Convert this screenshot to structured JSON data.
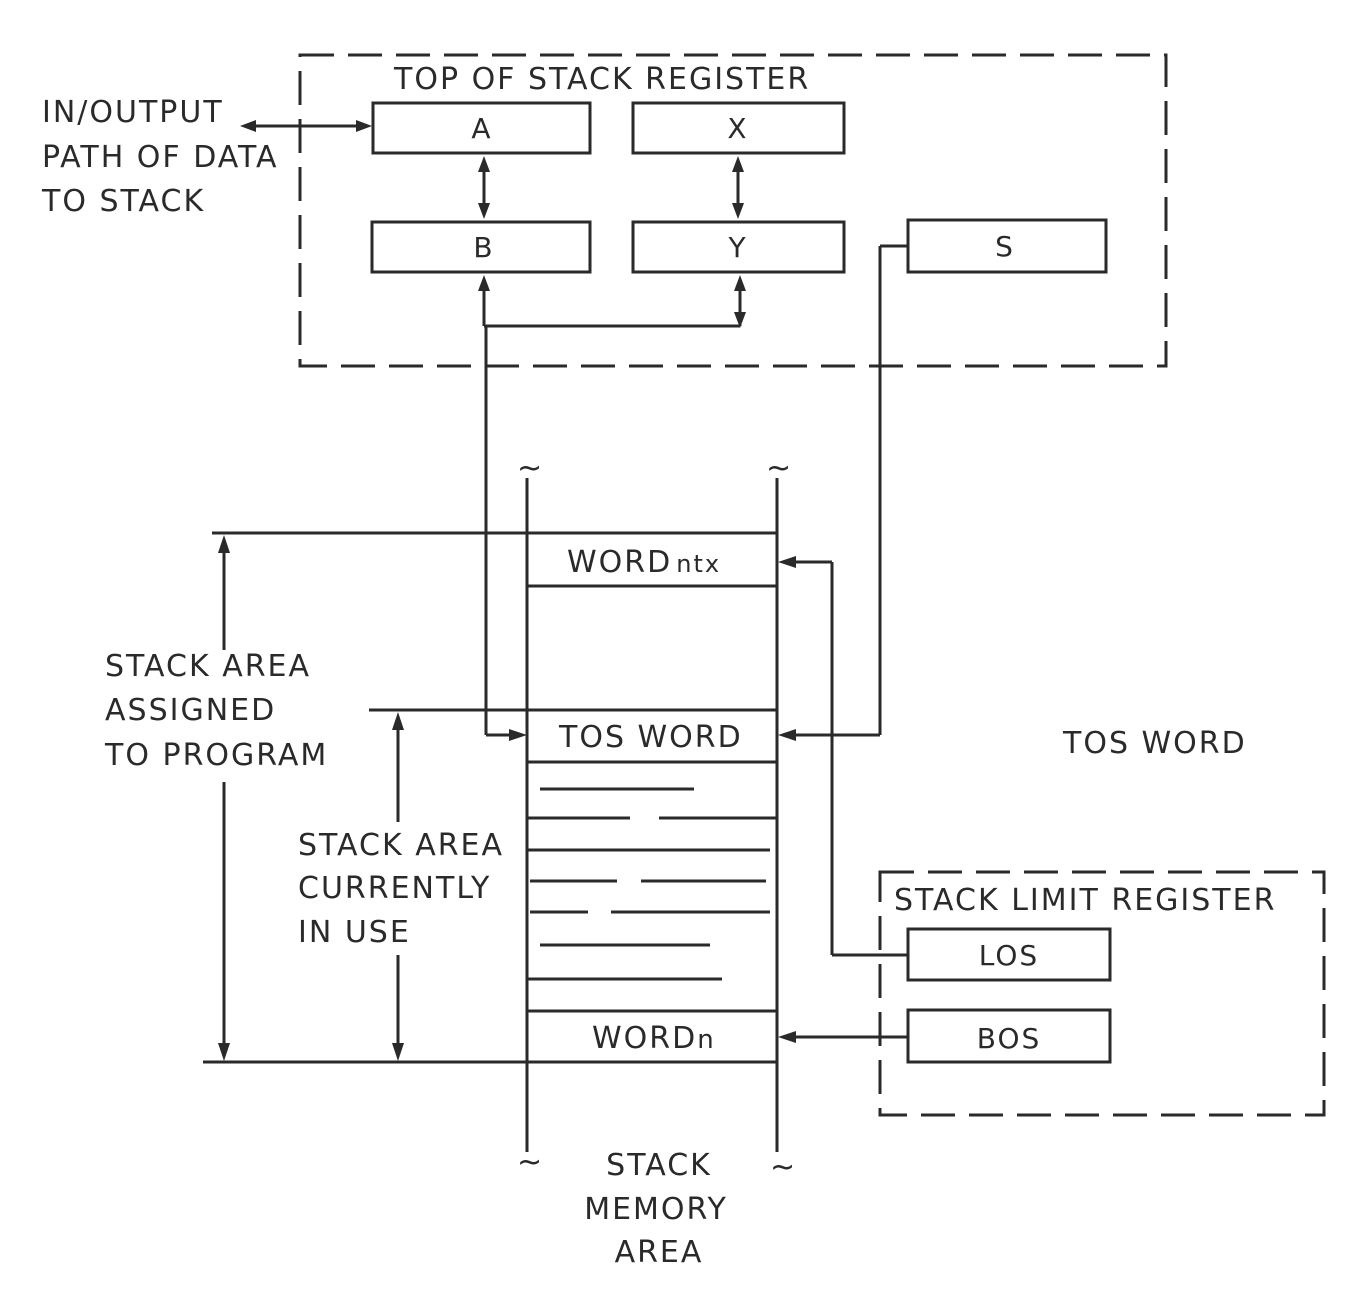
{
  "top_of_stack_register": {
    "title": "TOP OF STACK REGISTER",
    "registers": {
      "a": "A",
      "x": "X",
      "b": "B",
      "y": "Y",
      "s": "S"
    }
  },
  "io_path": [
    "IN/OUTPUT",
    "PATH OF DATA",
    "TO STACK"
  ],
  "stack_memory": {
    "word_ntx": {
      "main": "WORD",
      "sub": "ntx"
    },
    "tos_word": "TOS WORD",
    "word_n": {
      "main": "WORD",
      "sub": "n"
    },
    "label": [
      "STACK",
      "MEMORY",
      "AREA"
    ]
  },
  "stack_area_assigned": [
    "STACK AREA",
    "ASSIGNED",
    "TO PROGRAM"
  ],
  "stack_area_in_use": [
    "STACK AREA",
    "CURRENTLY",
    "IN USE"
  ],
  "tos_word_side_label": "TOS WORD",
  "stack_limit_register": {
    "title": "STACK LIMIT REGISTER",
    "registers": {
      "los": "LOS",
      "bos": "BOS"
    }
  }
}
